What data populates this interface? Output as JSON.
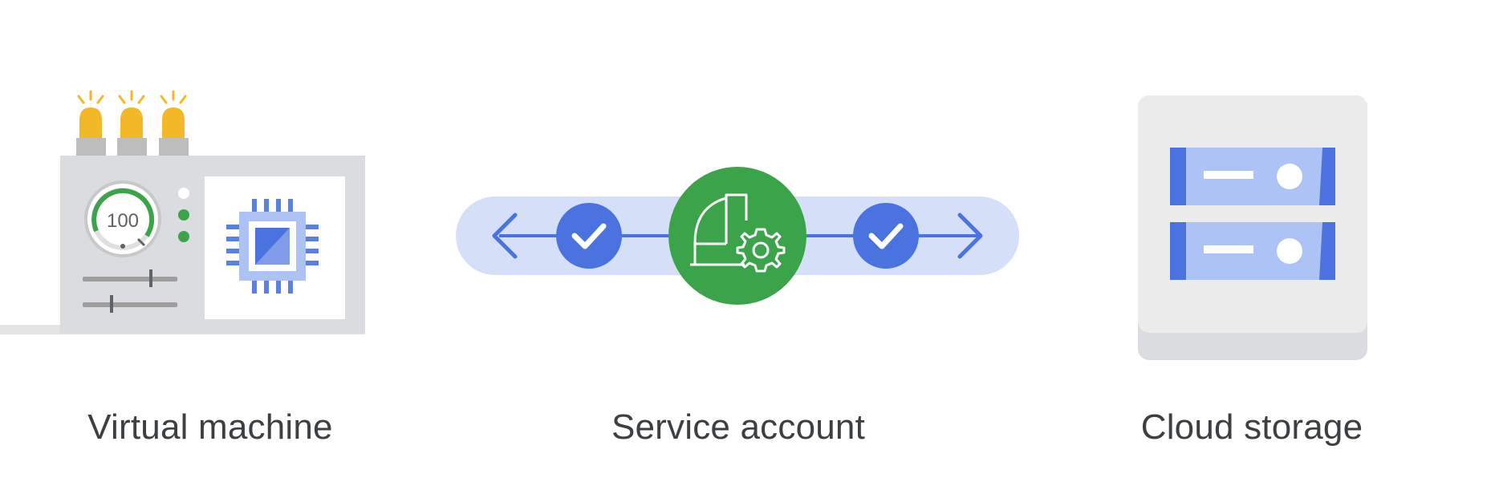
{
  "labels": {
    "virtual_machine": "Virtual machine",
    "service_account": "Service account",
    "cloud_storage": "Cloud storage"
  },
  "vm": {
    "gauge_value": "100"
  },
  "icons": {
    "virtual_machine": "virtual-machine-icon",
    "service_account": "service-account-hardhat-gear-icon",
    "cloud_storage": "cloud-storage-server-icon",
    "check": "check-icon",
    "arrow_left": "arrow-left-icon",
    "arrow_right": "arrow-right-icon"
  },
  "colors": {
    "blue": "#4a73e0",
    "light_blue": "#d5e0f8",
    "green": "#3ba34a",
    "yellow": "#f2b827",
    "grey_body": "#dadce0",
    "grey_panel": "#e8eaed"
  }
}
